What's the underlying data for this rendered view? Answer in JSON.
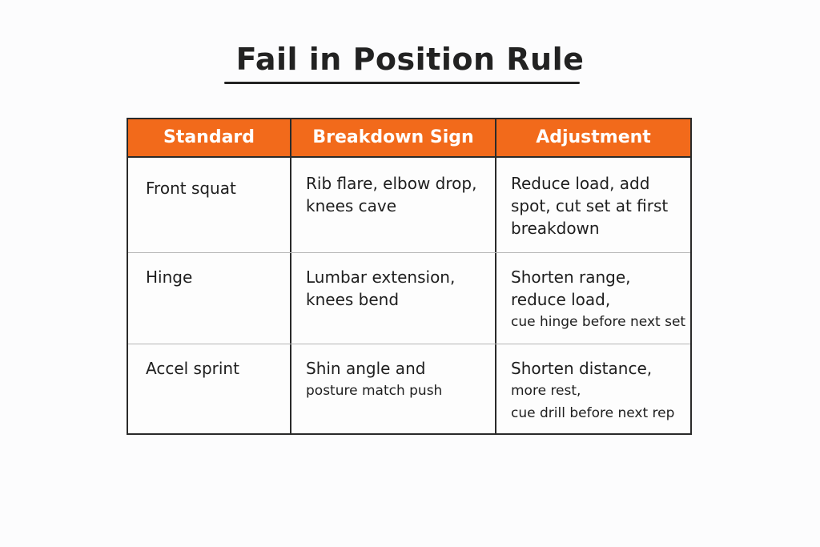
{
  "title": "Fail in Position Rule",
  "table": {
    "header_color": "#f26a1b",
    "headers": [
      "Standard",
      "Breakdown Sign",
      "Adjustment"
    ],
    "rows": [
      {
        "standard": "Front squat",
        "breakdown": [
          "Rib flare, elbow drop,",
          "knees cave"
        ],
        "adjustment": [
          "Reduce load, add",
          "spot, cut set at first",
          "breakdown"
        ]
      },
      {
        "standard": "Hinge",
        "breakdown": [
          "Lumbar extension,",
          "knees bend"
        ],
        "adjustment": [
          "Shorten range,",
          "reduce load,",
          "cue hinge before next set"
        ]
      },
      {
        "standard": "Accel sprint",
        "breakdown": [
          "Shin angle and",
          "posture match push"
        ],
        "adjustment": [
          "Shorten distance,",
          "more rest,",
          "cue drill before next rep"
        ]
      }
    ]
  }
}
